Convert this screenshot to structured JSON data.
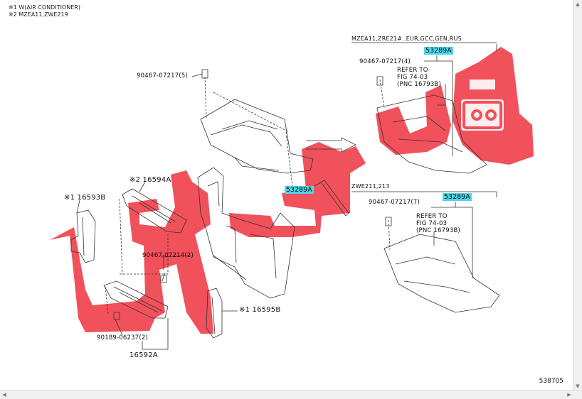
{
  "notes": {
    "n1": "※1 W(AIR CONDITIONER)",
    "n2": "※2 MZEA11,ZWE219"
  },
  "labels": {
    "model_top": "MZEA11,ZRE21#..EUR,GCC,GEN,RUS",
    "model_mid": "ZWE211,213",
    "bolt_left": "90467-07217(5)",
    "bolt_top_right": "90467-07217(4)",
    "bolt_mid_right": "90467-07217(7)",
    "bolt_center": "90467-07214(2)",
    "bolt_bottom": "90189-06237(2)",
    "part_53289A_top": "53289A",
    "part_53289A_center": "53289A",
    "part_53289A_mid": "53289A",
    "part_16594A": "※2 16594A",
    "part_16593B": "※1 16593B",
    "part_16595B": "※1 16595B",
    "part_16592A": "16592A",
    "refer_top_1": "REFER TO",
    "refer_top_2": "FIG 74-03",
    "refer_top_3": "(PNC 16793B)",
    "refer_mid_1": "REFER TO",
    "refer_mid_2": "FIG 74-03",
    "refer_mid_3": "(PNC 16793B)",
    "figure_number": "538705"
  },
  "colors": {
    "highlight": "#4dd6ea",
    "watermark": "#ee2b37",
    "line": "#333333"
  },
  "icons": {
    "scroll_up": "▲",
    "scroll_down": "▼",
    "scroll_left": "◀",
    "scroll_right": "▶"
  }
}
